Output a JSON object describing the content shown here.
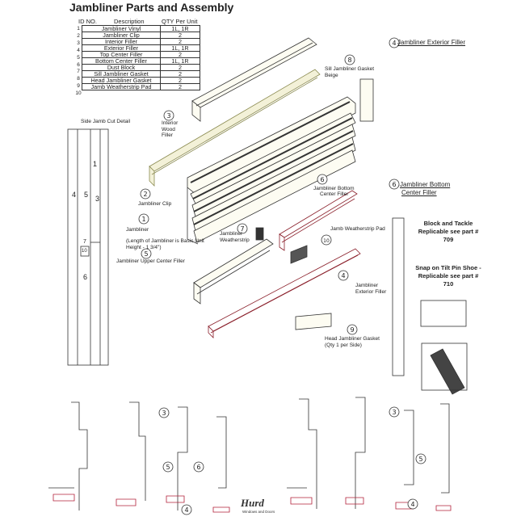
{
  "title": "Jambliner Parts and Assembly",
  "table": {
    "headers": [
      "ID NO.",
      "Description",
      "QTY Per Unit"
    ],
    "rows": [
      {
        "id": "1",
        "desc": "Jambliner Vinyl",
        "qty": "1L, 1R"
      },
      {
        "id": "2",
        "desc": "Jambliner Clip",
        "qty": "2"
      },
      {
        "id": "3",
        "desc": "Interior Filler",
        "qty": "2"
      },
      {
        "id": "4",
        "desc": "Exterior Filler",
        "qty": "1L, 1R"
      },
      {
        "id": "5",
        "desc": "Top Center Filler",
        "qty": "2"
      },
      {
        "id": "6",
        "desc": "Bottom Center Filler",
        "qty": "1L, 1R"
      },
      {
        "id": "7",
        "desc": "Dust Block",
        "qty": "2"
      },
      {
        "id": "8",
        "desc": "Sill Jambliner Gasket",
        "qty": "2"
      },
      {
        "id": "9",
        "desc": "Head Jambliner Gasket",
        "qty": "2"
      },
      {
        "id": "10",
        "desc": "Jamb Weatherstrip Pad",
        "qty": "2"
      }
    ]
  },
  "labels": {
    "exterior_filler_head": "Jambliner Exterior Filler",
    "sill_gasket": "Sill Jambliner Gasket Beige",
    "interior_wood_filler": "Interior Wood Filler",
    "side_jamb": "Side Jamb Cut Detail",
    "clip": "Jambliner Clip",
    "bottom_center_filler_a": "Jambliner Bottom",
    "bottom_center_filler_b": "Center Filler",
    "bottom_center_filler_head_a": "Jambliner Bottom",
    "bottom_center_filler_head_b": "Center Filler",
    "jambliner": "Jambliner",
    "length_note": "(Length of Jambliner is Basic Unit Height - 1 3/4\")",
    "weatherstrip": "Jambliner Weatherstrip",
    "weatherstrip_pad": "Jamb Weatherstrip Pad",
    "upper_center_filler": "Jambliner Upper Center Filler",
    "exterior_filler": "Jambliner Exterior Filler",
    "head_gasket": "Head Jambliner Gasket (Qty 1 per Side)",
    "side_numbers": [
      "1",
      "4",
      "5",
      "3",
      "7",
      "10",
      "6"
    ]
  },
  "notes": {
    "block_tackle": "Block and Tackle Replicable see part # 709",
    "tilt_pin": "Snap on Tilt Pin Shoe - Replicable see part # 710"
  },
  "callouts": [
    "8",
    "4",
    "3",
    "2",
    "1",
    "7",
    "6",
    "6",
    "10",
    "5",
    "4",
    "9",
    "3",
    "5",
    "6",
    "4",
    "3",
    "5",
    "4"
  ],
  "brand": {
    "name": "Hurd",
    "sub": "Windows and Doors"
  },
  "colors": {
    "line": "#333333",
    "vinyl": "#fdfcf2",
    "filler": "#8a1f2a",
    "accent": "#b3203a",
    "clip": "#e8e8c8"
  }
}
